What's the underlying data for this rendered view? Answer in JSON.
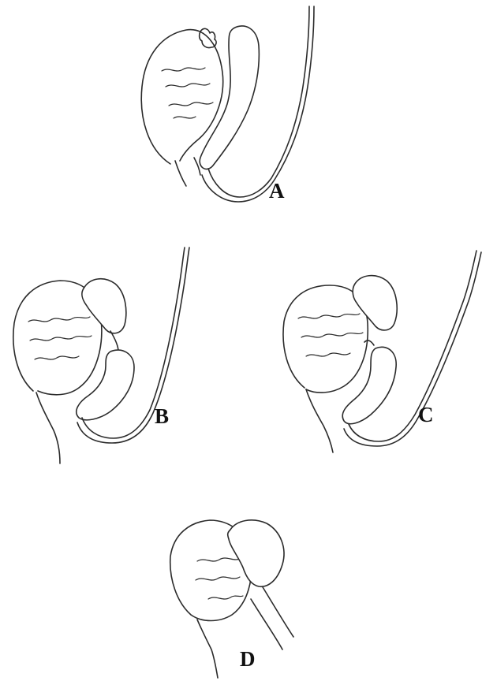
{
  "figure": {
    "panels": [
      {
        "label": "A"
      },
      {
        "label": "B"
      },
      {
        "label": "C"
      },
      {
        "label": "D"
      }
    ]
  }
}
